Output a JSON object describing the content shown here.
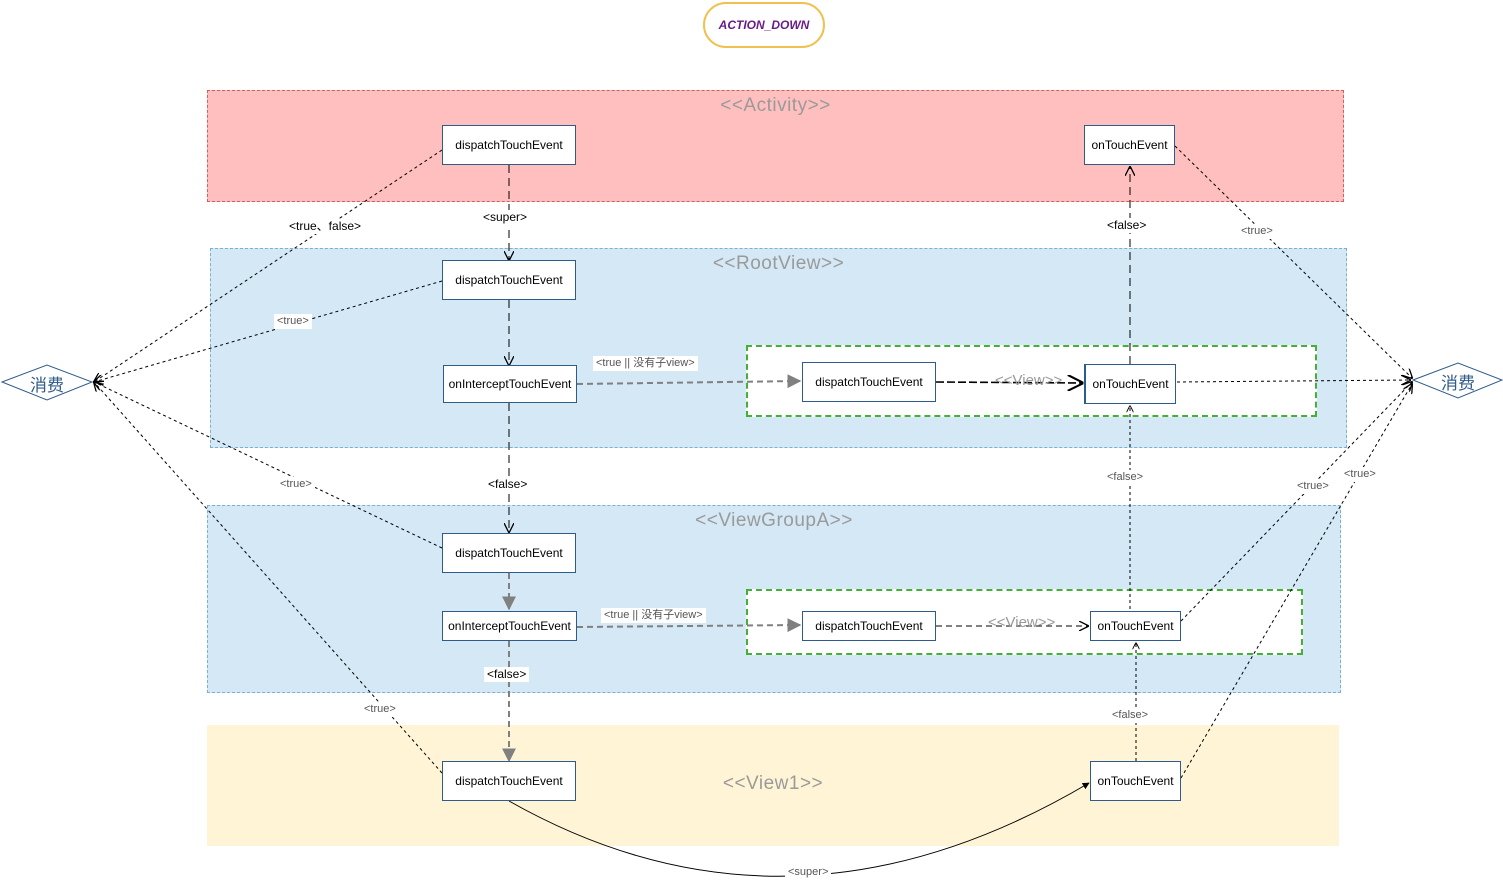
{
  "title": "ACTION_DOWN",
  "lanes": {
    "activity": "<<Activity>>",
    "rootview": "<<RootView>>",
    "viewgroupa": "<<ViewGroupA>>",
    "view1": "<<View1>>"
  },
  "inner_view_1": "<<View>>",
  "inner_view_2": "<<View>>",
  "nodes": {
    "activity_dispatch": "dispatchTouchEvent",
    "activity_ontouch": "onTouchEvent",
    "root_dispatch": "dispatchTouchEvent",
    "root_intercept": "onInterceptTouchEvent",
    "root_child_dispatch": "dispatchTouchEvent",
    "root_child_ontouch": "onTouchEvent",
    "vga_dispatch": "dispatchTouchEvent",
    "vga_intercept": "onInterceptTouchEvent",
    "vga_child_dispatch": "dispatchTouchEvent",
    "vga_child_ontouch": "onTouchEvent",
    "view1_dispatch": "dispatchTouchEvent",
    "view1_ontouch": "onTouchEvent"
  },
  "consume_left": "消费",
  "consume_right": "消费",
  "labels": {
    "true_false": "<true、false>",
    "super_1": "<super>",
    "false_act": "<false>",
    "true_act_right": "<true>",
    "true_root": "<true>",
    "true_noview_1": "<true || 没有子view>",
    "false_root": "<false>",
    "true_vga": "<true>",
    "false_view_right": "<false>",
    "true_right_a": "<true>",
    "true_right_b": "<true>",
    "true_noview_2": "<true || 没有子view>",
    "false_vga": "<false>",
    "true_view1": "<true>",
    "false_view1": "<false>",
    "super_bottom": "<super>"
  },
  "colors": {
    "activity_fill": "#ffbfbf",
    "activity_border": "#d06060",
    "blue_fill": "#d4e8f6",
    "blue_border": "#7ab0d0",
    "yellow_fill": "#fff5d6",
    "green_border": "#44b035",
    "title_border": "#f0c050",
    "title_text": "#6a1b8a",
    "node_border": "#2f5b8a"
  }
}
